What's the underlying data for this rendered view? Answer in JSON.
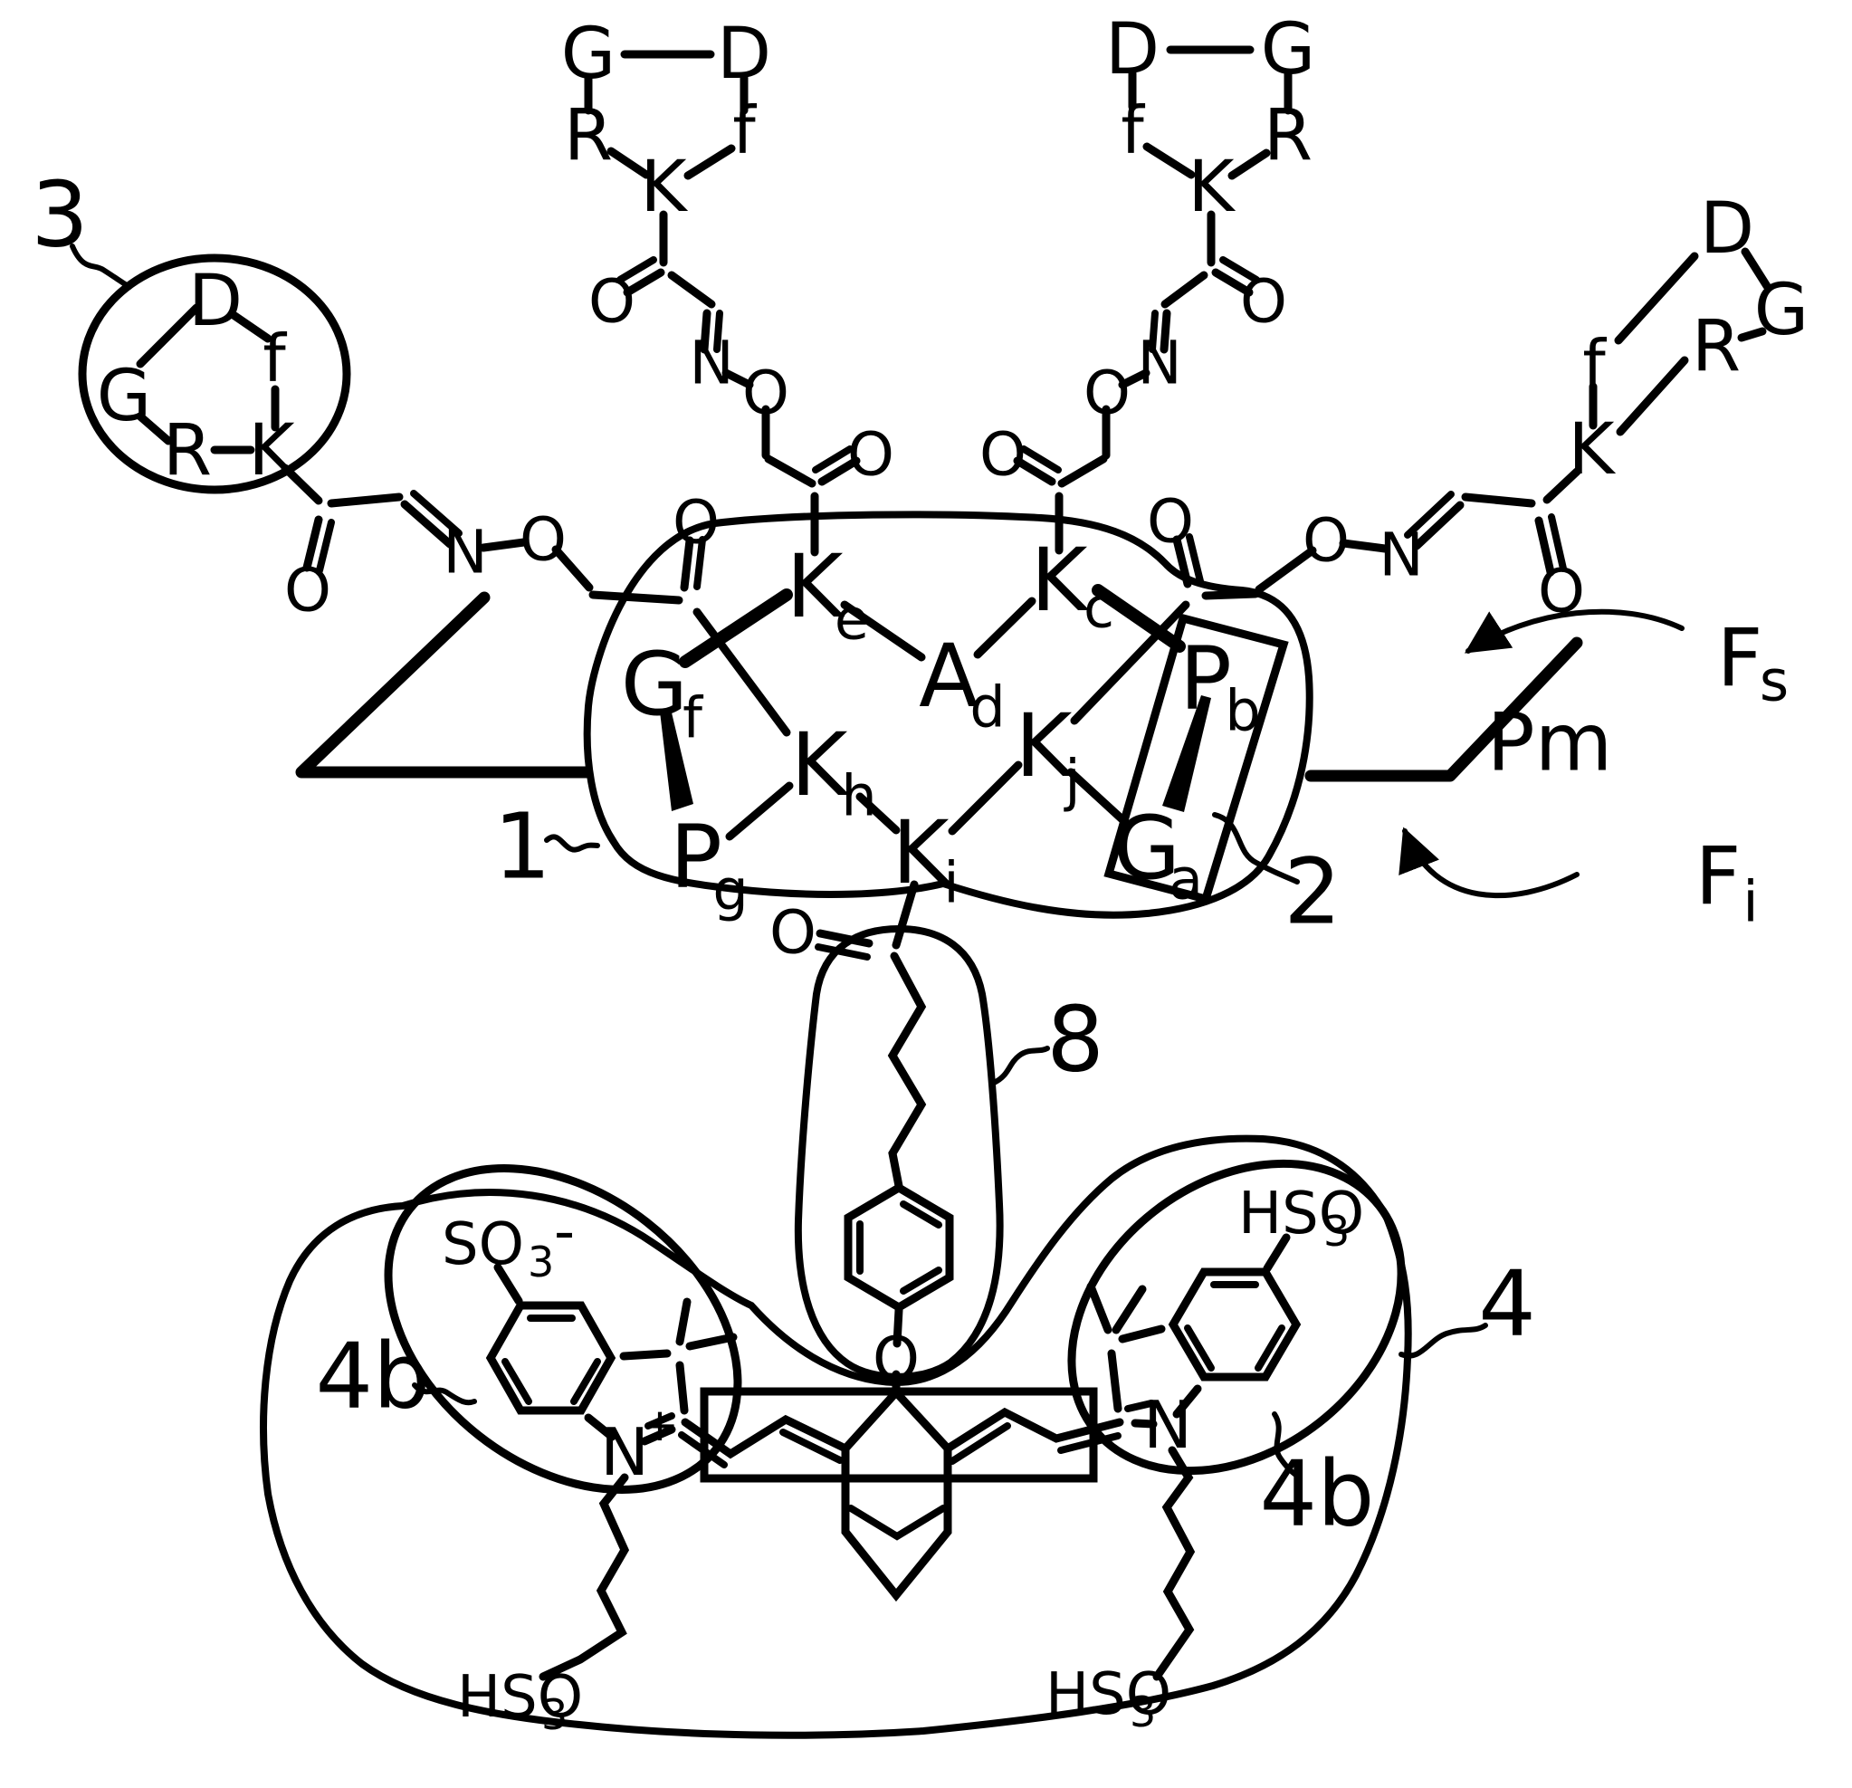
{
  "colors": {
    "ink": "#000000",
    "bg": "#ffffff"
  },
  "atoms": {
    "g": "G",
    "d": "D",
    "r": "R",
    "k": "K",
    "f": "f",
    "o": "O",
    "n": "N",
    "plus": "+"
  },
  "residues": {
    "ke": {
      "base": "K",
      "sub": "e"
    },
    "ad": {
      "base": "A",
      "sub": "d"
    },
    "kc": {
      "base": "K",
      "sub": "c"
    },
    "gf": {
      "base": "G",
      "sub": "f"
    },
    "kh": {
      "base": "K",
      "sub": "h"
    },
    "kj": {
      "base": "K",
      "sub": "j"
    },
    "ki": {
      "base": "K",
      "sub": "i"
    },
    "pg": {
      "base": "P",
      "sub": "g"
    },
    "pb": {
      "base": "P",
      "sub": "b"
    },
    "ga": {
      "base": "G",
      "sub": "a"
    }
  },
  "groups": {
    "so3": {
      "base": "SO",
      "sub": "3",
      "sup": "-"
    },
    "hso3": {
      "base": "HSO",
      "sub": "3"
    }
  },
  "callouts": {
    "one": "1",
    "two": "2",
    "three": "3",
    "four": "4",
    "fourb": "4b",
    "eight": "8",
    "pm": "Pm",
    "fs": {
      "base": "F",
      "sub": "s"
    },
    "fi": {
      "base": "F",
      "sub": "i"
    }
  }
}
